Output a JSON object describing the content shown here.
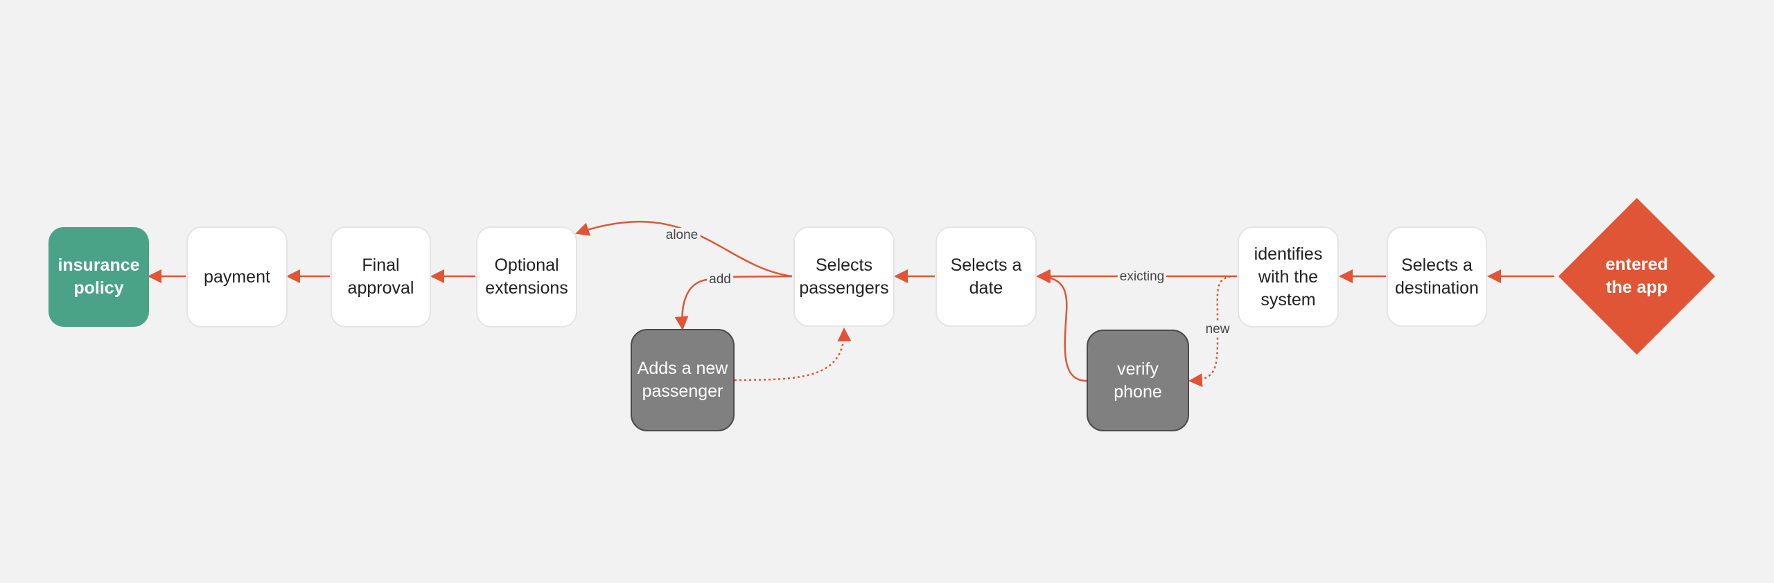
{
  "colors": {
    "accent": "#e05536",
    "end_node": "#4aa387",
    "subprocess": "#808080",
    "node": "#ffffff",
    "background": "#f2f2f2"
  },
  "nodes": {
    "entered_app": "entered\nthe app",
    "selects_destination": "Selects a\ndestination",
    "identifies_system": "identifies\nwith the\nsystem",
    "verify_phone": "verify\nphone",
    "selects_date": "Selects a\ndate",
    "selects_passengers": "Selects\npassengers",
    "adds_passenger": "Adds a new\npassenger",
    "optional_extensions": "Optional\nextensions",
    "final_approval": "Final\napproval",
    "payment": "payment",
    "insurance_policy": "insurance\npolicy"
  },
  "edge_labels": {
    "exicting": "exicting",
    "new": "new",
    "alone": "alone",
    "add": "add"
  }
}
